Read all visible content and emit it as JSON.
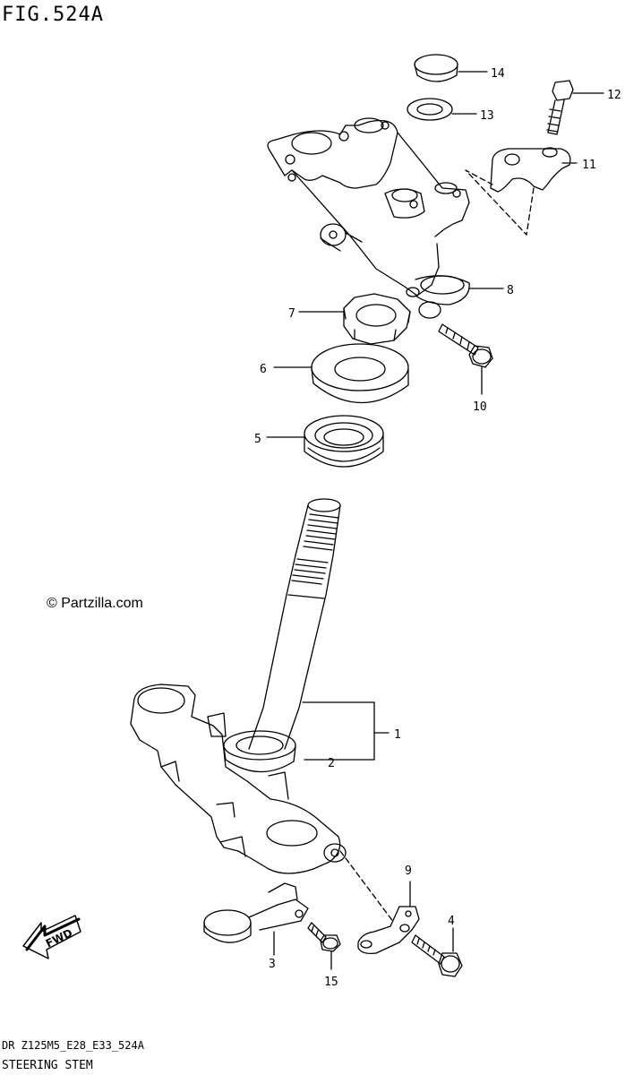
{
  "header": {
    "figure_title": "FIG.524A"
  },
  "watermark": {
    "text": "© Partzilla.com"
  },
  "footer": {
    "drawing_code": "DR Z125M5_E28_E33_524A",
    "caption": "STEERING STEM"
  },
  "fwd_badge": {
    "text": "FWD",
    "icon": "fwd-arrow-icon"
  },
  "callouts": {
    "c1": "1",
    "c2": "2",
    "c3": "3",
    "c4": "4",
    "c5": "5",
    "c6": "6",
    "c7": "7",
    "c8": "8",
    "c9": "9",
    "c10": "10",
    "c11": "11",
    "c12": "12",
    "c13": "13",
    "c14": "14",
    "c15": "15"
  }
}
